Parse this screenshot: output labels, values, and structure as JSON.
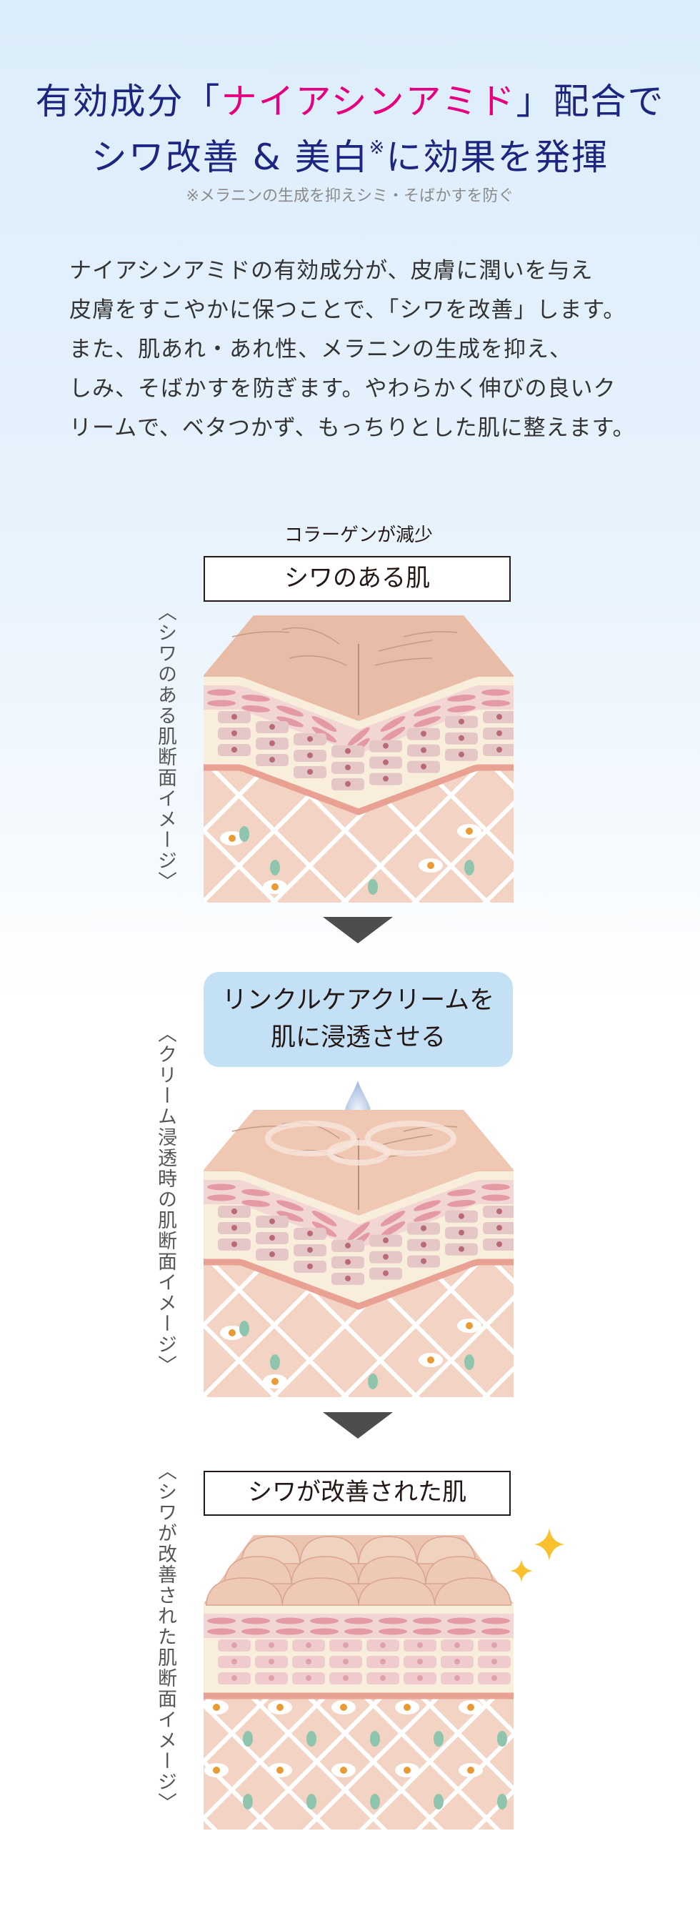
{
  "header": {
    "title_line1_pre": "有効成分「",
    "title_line1_highlight": "ナイアシンアミド",
    "title_line1_post": "」配合で",
    "title_line2_pre": "シワ改善 & 美白",
    "title_line2_mark": "※",
    "title_line2_post": "に効果を発揮",
    "footnote": "※メラニンの生成を抑えシミ・そばかすを防ぐ"
  },
  "description": [
    "ナイアシンアミドの有効成分が、皮膚に潤いを与え",
    "皮膚をすこやかに保つことで、「シワを改善」します。",
    "また、肌あれ・あれ性、メラニンの生成を抑え、",
    "しみ、そばかすを防ぎます。やわらかく伸びの良いク",
    "リームで、ベタつかず、もっちりとした肌に整えます。"
  ],
  "steps": [
    {
      "caption": "コラーゲンが減少",
      "label": "シワのある肌",
      "side_label": "〈シワのある肌断面イメージ〉"
    },
    {
      "label_line1": "リンクルケアクリームを",
      "label_line2": "肌に浸透させる",
      "side_label": "〈クリーム浸透時の肌断面イメージ〉"
    },
    {
      "label": "シワが改善された肌",
      "side_label": "〈シワが改善された肌断面イメージ〉"
    }
  ],
  "colors": {
    "title": "#1d2580",
    "highlight": "#e4007f",
    "cream_box": "#c3e0f5",
    "arrow": "#4d4d4d",
    "sparkle": "#f8c12d"
  }
}
